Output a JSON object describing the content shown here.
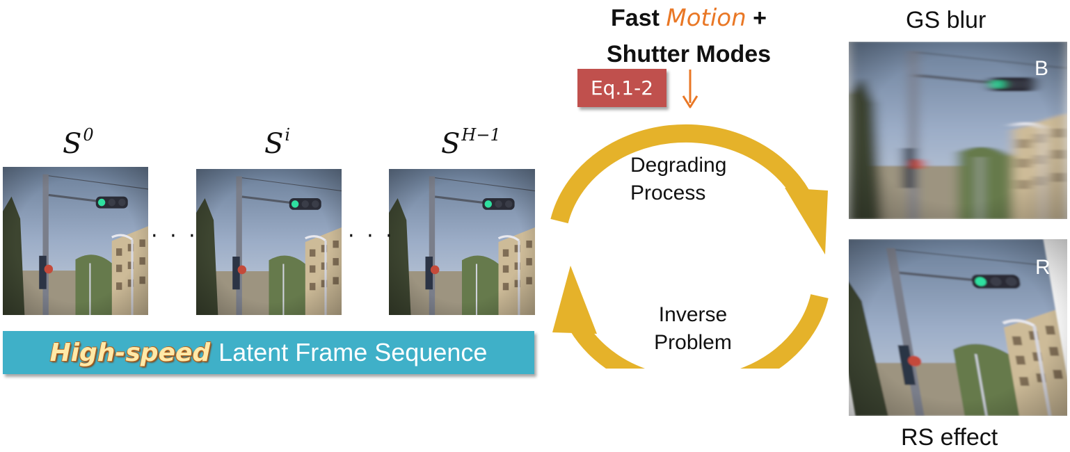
{
  "frames": [
    {
      "symbol": "S",
      "sup": "0"
    },
    {
      "symbol": "S",
      "sup": "i"
    },
    {
      "symbol": "S",
      "sup": "H−1"
    }
  ],
  "ellipsis": "· · ·",
  "banner": {
    "highlight": "High-speed",
    "text": "Latent Frame Sequence"
  },
  "top_title": {
    "word1": "Fast",
    "word2": "Motion",
    "plus": "+",
    "line2": "Shutter Modes"
  },
  "eq_badge": "Eq.1-2",
  "cycle": {
    "degrading": [
      "Degrading",
      "Process"
    ],
    "inverse": [
      "Inverse",
      "Problem"
    ]
  },
  "outputs": {
    "gs": {
      "title": "GS blur",
      "letter": "B"
    },
    "rs": {
      "title": "RS effect",
      "letter": "R"
    }
  },
  "colors": {
    "cycle_arrow": "#e5b22a",
    "eq_badge": "#c0504d",
    "banner": "#3fb0c8",
    "motion_text": "#e97725"
  }
}
